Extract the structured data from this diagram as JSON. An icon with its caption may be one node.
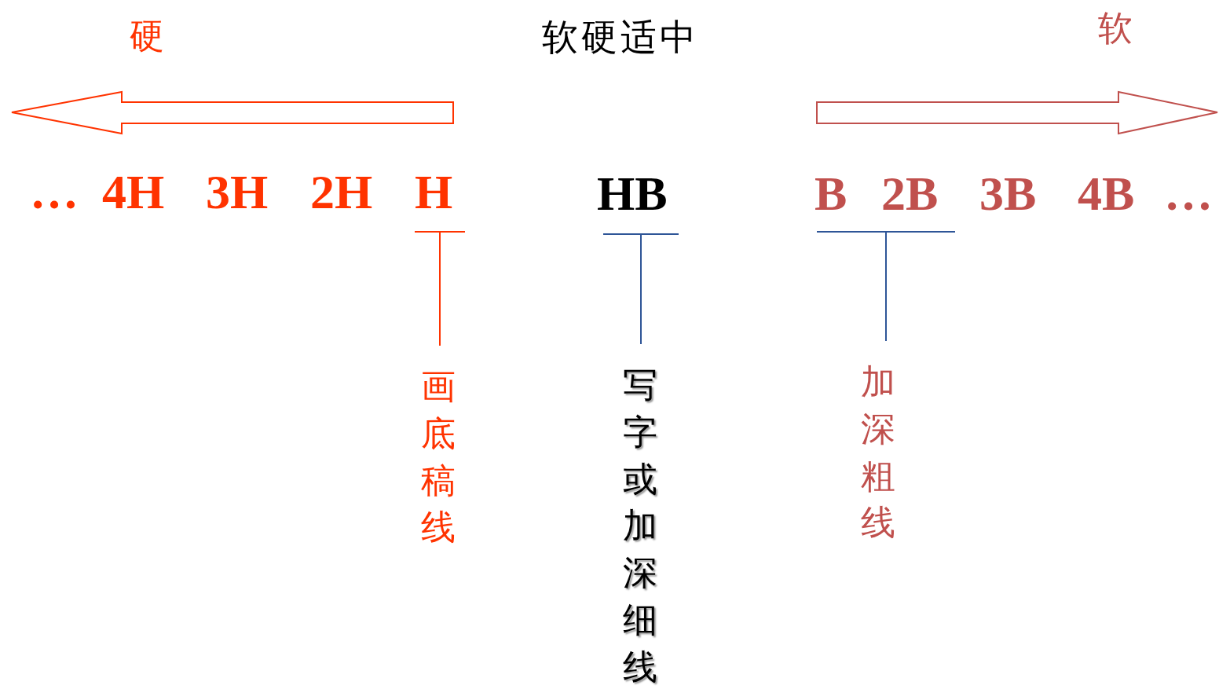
{
  "diagram": {
    "nodes": [
      {
        "text": [
          "画底稿线"
        ]
      },
      {
        "text": [],
        "shape": "bar"
      },
      {
        "text": [
          "写字或加深细线"
        ]
      },
      {
        "text": [],
        "shape": "bar"
      },
      {
        "text": [
          "加深粗线"
        ]
      },
      {
        "text": [],
        "shape": "bar"
      }
    ],
    "edges": [
      {
        "from": 0,
        "to": 1,
        "arrow": "none",
        "color": "#ff3300"
      },
      {
        "from": 2,
        "to": 3,
        "arrow": "none"
      },
      {
        "from": 4,
        "to": 5,
        "arrow": "none"
      }
    ],
    "labels": [
      "硬",
      "软硬适中",
      "软",
      "…",
      "4H",
      "3H",
      "2H",
      "H",
      "HB",
      "B",
      "2B",
      "3B",
      "4B",
      "…"
    ]
  }
}
